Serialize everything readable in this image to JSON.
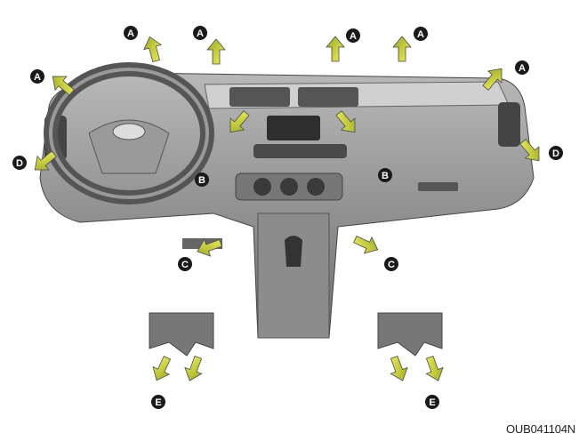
{
  "diagram": {
    "labels": {
      "a": "A",
      "b": "B",
      "c": "C",
      "d": "D",
      "e": "E"
    },
    "caption": "OUB041104N",
    "colors": {
      "arrow_fill": "#d4dc2a",
      "arrow_stroke": "#4a4a4a",
      "marker": "#1a1a1a",
      "dash": "#8a8a8a"
    }
  }
}
